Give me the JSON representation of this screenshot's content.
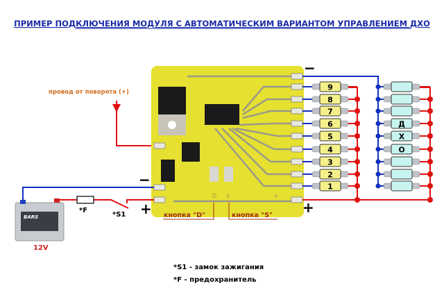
{
  "title": "ПРИМЕР ПОДКЛЮЧЕНИЯ МОДУЛЯ С АВТОМАТИЧЕСКИМ ВАРИАНТОМ УПРАВЛЕНИЕМ ДХО",
  "turn_signal_label": "провод от поворота (+)",
  "minus_sign": "−",
  "plus_sign": "+",
  "fuse_label": "*F",
  "switch_label": "*S1",
  "battery": {
    "brand": "BARS",
    "voltage": "12V"
  },
  "button_d_label": "кнопка \"D\"",
  "button_s_label": "кнопка \"S\"",
  "pcb_silkscreen": {
    "d": "D",
    "s": "S",
    "plus": "+"
  },
  "left_leds": [
    "9",
    "8",
    "7",
    "6",
    "5",
    "4",
    "3",
    "2",
    "1"
  ],
  "right_leds": [
    "",
    "",
    "",
    "Д",
    "Х",
    "О",
    "",
    "",
    ""
  ],
  "legend": [
    "*S1 - замок зажигания",
    "*F   - предохранитель"
  ],
  "colors": {
    "title": "#1a2aa8",
    "wire_pos": "#e01010",
    "wire_neg": "#1030c0",
    "pcb": "#e6e030",
    "label_orange": "#d07020",
    "label_brown": "#a03010",
    "led_num": "#f4f08a",
    "led_drl": "#c8f4f0"
  }
}
